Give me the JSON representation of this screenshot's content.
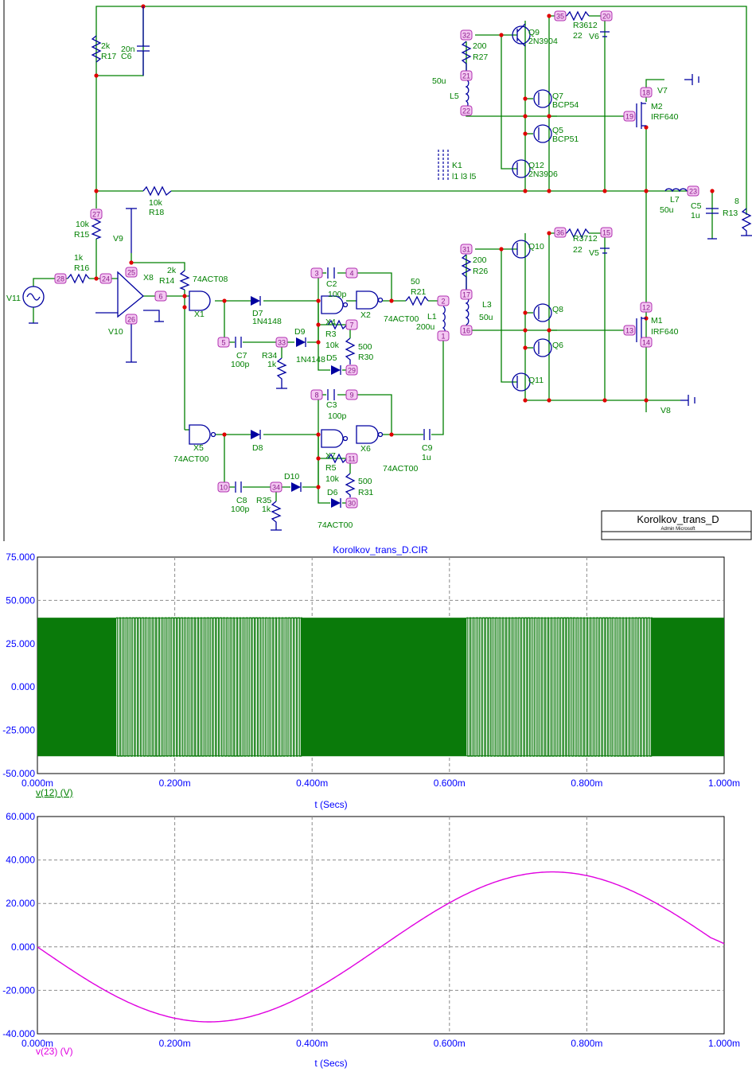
{
  "schematic": {
    "components": [
      {
        "label": "R17",
        "value": "2k"
      },
      {
        "label": "C6",
        "value": "20n"
      },
      {
        "label": "R18",
        "value": "10k"
      },
      {
        "label": "R15",
        "value": "10k"
      },
      {
        "label": "R16",
        "value": "1k"
      },
      {
        "label": "V11",
        "value": ""
      },
      {
        "label": "X8",
        "value": ""
      },
      {
        "label": "V9",
        "value": ""
      },
      {
        "label": "V10",
        "value": ""
      },
      {
        "label": "R14",
        "value": "2k"
      },
      {
        "label": "X1",
        "value": "74ACT08"
      },
      {
        "label": "D7",
        "value": "1N4148"
      },
      {
        "label": "C7",
        "value": "100p"
      },
      {
        "label": "R34",
        "value": "1k"
      },
      {
        "label": "D9",
        "value": "1N4148"
      },
      {
        "label": "C2",
        "value": "100p"
      },
      {
        "label": "X4",
        "value": ""
      },
      {
        "label": "R3",
        "value": "10k"
      },
      {
        "label": "D5",
        "value": ""
      },
      {
        "label": "R30",
        "value": "500"
      },
      {
        "label": "X2",
        "value": "74ACT00"
      },
      {
        "label": "R21",
        "value": "50"
      },
      {
        "label": "L1",
        "value": "200u"
      },
      {
        "label": "X5",
        "value": "74ACT00"
      },
      {
        "label": "D8",
        "value": ""
      },
      {
        "label": "C8",
        "value": "100p"
      },
      {
        "label": "R35",
        "value": "1k"
      },
      {
        "label": "D10",
        "value": ""
      },
      {
        "label": "C3",
        "value": "100p"
      },
      {
        "label": "X7",
        "value": ""
      },
      {
        "label": "R5",
        "value": "10k"
      },
      {
        "label": "D6",
        "value": "74ACT00"
      },
      {
        "label": "R31",
        "value": "500"
      },
      {
        "label": "X6",
        "value": "74ACT00"
      },
      {
        "label": "C9",
        "value": "1u"
      },
      {
        "label": "Q9",
        "value": "2N3904"
      },
      {
        "label": "R27",
        "value": "200"
      },
      {
        "label": "L5",
        "value": "50u"
      },
      {
        "label": "R36",
        "value": "12"
      },
      {
        "label": "V6",
        "value": "22"
      },
      {
        "label": "Q7",
        "value": "BCP54"
      },
      {
        "label": "Q5",
        "value": "BCP51"
      },
      {
        "label": "Q12",
        "value": "2N3906"
      },
      {
        "label": "K1",
        "value": "l1 l3 l5"
      },
      {
        "label": "M2",
        "value": "IRF640"
      },
      {
        "label": "V7",
        "value": ""
      },
      {
        "label": "L7",
        "value": "50u"
      },
      {
        "label": "C5",
        "value": "1u"
      },
      {
        "label": "R13",
        "value": "8"
      },
      {
        "label": "Q10",
        "value": ""
      },
      {
        "label": "R26",
        "value": "200"
      },
      {
        "label": "L3",
        "value": "50u"
      },
      {
        "label": "R37",
        "value": "12"
      },
      {
        "label": "V5",
        "value": "22"
      },
      {
        "label": "Q8",
        "value": ""
      },
      {
        "label": "Q6",
        "value": ""
      },
      {
        "label": "Q11",
        "value": ""
      },
      {
        "label": "M1",
        "value": "IRF640"
      },
      {
        "label": "V8",
        "value": ""
      }
    ],
    "nodes": [
      "35",
      "20",
      "32",
      "21",
      "22",
      "18",
      "19",
      "23",
      "27",
      "28",
      "24",
      "25",
      "26",
      "6",
      "3",
      "4",
      "5",
      "33",
      "7",
      "29",
      "2",
      "1",
      "36",
      "15",
      "31",
      "17",
      "16",
      "12",
      "13",
      "14",
      "8",
      "9",
      "10",
      "34",
      "11",
      "30"
    ],
    "title_block": {
      "title": "Korolkov_trans_D",
      "author": "Admin Microsoft"
    }
  },
  "chart_data": [
    {
      "type": "line",
      "title": "Korolkov_trans_D.CIR",
      "xlabel": "t (Secs)",
      "ylabel": "",
      "xlim": [
        0,
        1.0
      ],
      "ylim": [
        -50,
        75
      ],
      "x_ticks": [
        "0.000m",
        "0.200m",
        "0.400m",
        "0.600m",
        "0.800m",
        "1.000m"
      ],
      "y_ticks": [
        "75.000",
        "50.000",
        "25.000",
        "0.000",
        "-25.000",
        "-50.000"
      ],
      "grid": true,
      "series": [
        {
          "name": "v(12) (V)",
          "color": "#0a7a0a",
          "description_values": {
            "high": 40,
            "low": -40
          },
          "pattern": "square wave PWM switching between +40 and -40 over 0 to 1.0m"
        }
      ]
    },
    {
      "type": "line",
      "title": "",
      "xlabel": "t (Secs)",
      "ylabel": "",
      "xlim": [
        0,
        1.0
      ],
      "ylim": [
        -40,
        60
      ],
      "x_ticks": [
        "0.000m",
        "0.200m",
        "0.400m",
        "0.600m",
        "0.800m",
        "1.000m"
      ],
      "y_ticks": [
        "60.000",
        "40.000",
        "20.000",
        "0.000",
        "-20.000",
        "-40.000"
      ],
      "grid": true,
      "series": [
        {
          "name": "v(23) (V)",
          "color": "#e000e0",
          "x": [
            0,
            0.25,
            0.5,
            0.75,
            1.0
          ],
          "y": [
            0,
            -34.5,
            0,
            34.5,
            1.5
          ]
        }
      ]
    }
  ]
}
